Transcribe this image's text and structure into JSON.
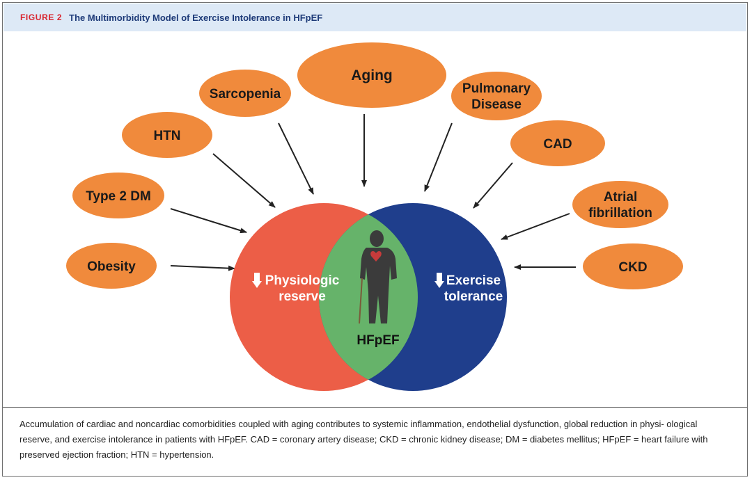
{
  "header": {
    "figure_label": "FIGURE 2",
    "title": "The Multimorbidity Model of Exercise Intolerance in HFpEF"
  },
  "comorbidities": [
    {
      "id": "obesity",
      "lines": [
        "Obesity"
      ]
    },
    {
      "id": "type2dm",
      "lines": [
        "Type 2 DM"
      ]
    },
    {
      "id": "htn",
      "lines": [
        "HTN"
      ]
    },
    {
      "id": "sarcopenia",
      "lines": [
        "Sarcopenia"
      ]
    },
    {
      "id": "aging",
      "lines": [
        "Aging"
      ]
    },
    {
      "id": "pulmonary-disease",
      "lines": [
        "Pulmonary",
        "Disease"
      ]
    },
    {
      "id": "cad",
      "lines": [
        "CAD"
      ]
    },
    {
      "id": "atrial-fibrillation",
      "lines": [
        "Atrial",
        "fibrillation"
      ]
    },
    {
      "id": "ckd",
      "lines": [
        "CKD"
      ]
    }
  ],
  "venn": {
    "left_label": [
      "Physiologic",
      "reserve"
    ],
    "right_label": [
      "Exercise",
      "tolerance"
    ],
    "center_label": "HFpEF",
    "left_arrow": "down",
    "right_arrow": "down"
  },
  "caption": "Accumulation of cardiac and noncardiac comorbidities coupled with aging contributes to systemic inflammation, endothelial dysfunction, global reduction in physi- ological reserve, and exercise intolerance in patients with HFpEF. CAD = coronary artery disease; CKD = chronic kidney disease; DM = diabetes mellitus; HFpEF = heart failure with preserved ejection fraction; HTN = hypertension.",
  "colors": {
    "oval": "#f08a3c",
    "left_circle": "#ec5e47",
    "right_circle": "#1f3e8c",
    "overlap": "#66b36a",
    "arrow": "#222222",
    "header_bg": "#dde9f6",
    "figure_label": "#d9252f",
    "title": "#1d3a78"
  }
}
